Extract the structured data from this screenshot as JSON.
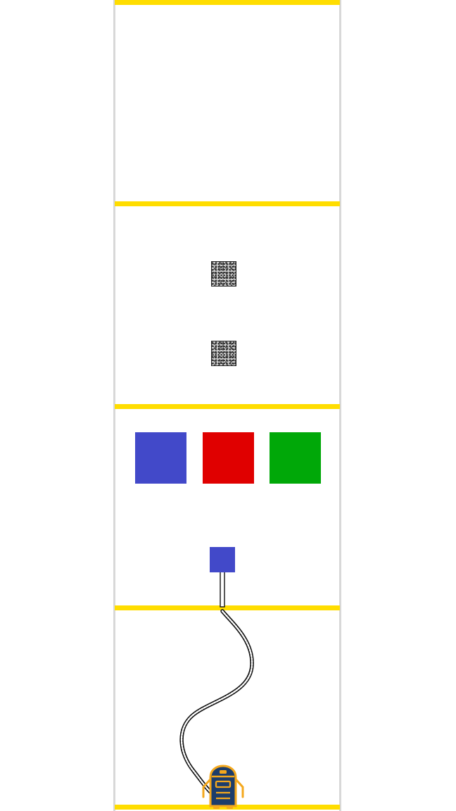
{
  "game": {
    "colors": {
      "lane_line": "#ffdd00",
      "board_border": "#d8d8d8",
      "blue": "#4249c9",
      "red": "#e00000",
      "green": "#00a808",
      "robot_body": "#1d3d6b",
      "robot_accent": "#f4a81d",
      "obstacle": "#cfcfcf"
    },
    "color_options": [
      {
        "id": "blue",
        "color": "#4249c9"
      },
      {
        "id": "red",
        "color": "#e00000"
      },
      {
        "id": "green",
        "color": "#00a808"
      }
    ],
    "held_block": {
      "color": "#4249c9"
    },
    "obstacles": [
      {
        "id": "obstacle-1",
        "texture": "speckled-gray"
      },
      {
        "id": "obstacle-2",
        "texture": "speckled-gray"
      }
    ],
    "player": {
      "icon": "robot-icon"
    }
  }
}
